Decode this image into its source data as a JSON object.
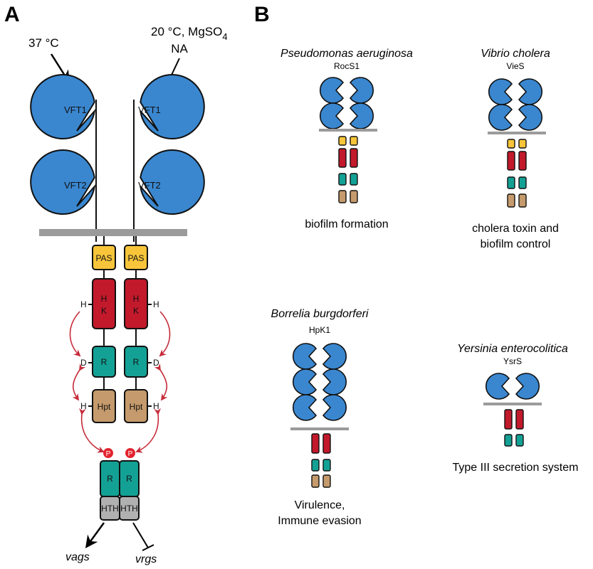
{
  "panels": {
    "a": "A",
    "b": "B"
  },
  "panel_a": {
    "stimulus_activating": "37 °C",
    "stimulus_inhibiting_line1": "20 °C, MgSO",
    "stimulus_inhibiting_sub": "4",
    "stimulus_inhibiting_line2": "NA",
    "domains": {
      "vft1": "VFT1",
      "vft2": "VFT2",
      "pas": "PAS",
      "hk_h": "H",
      "hk_k": "K",
      "rec": "R",
      "hpt": "Hpt",
      "rr_rec": "R",
      "hth": "HTH",
      "phospho": "P"
    },
    "residues": {
      "his": "H",
      "asp": "D"
    },
    "outputs": {
      "activated": "vags",
      "repressed": "vrgs"
    }
  },
  "panel_b": {
    "proteins": [
      {
        "species": "Pseudomonas aeruginosa",
        "protein": "RocS1",
        "function_lines": [
          "biofilm formation"
        ]
      },
      {
        "species": "Vibrio cholera",
        "protein": "VieS",
        "function_lines": [
          "cholera toxin and",
          "biofilm control"
        ]
      },
      {
        "species": "Borrelia burgdorferi",
        "protein": "HpK1",
        "function_lines": [
          "Virulence,",
          "Immune evasion"
        ]
      },
      {
        "species": "Yersinia enterocolitica",
        "protein": "YsrS",
        "function_lines": [
          "Type III secretion system"
        ]
      }
    ]
  },
  "colors": {
    "vft": "#3a87d0",
    "membrane": "#9b9b9b",
    "pas": "#f8c53a",
    "hk": "#c2192b",
    "receiver": "#14a195",
    "hpt": "#c59a6c",
    "hth": "#b0b0b0",
    "arrow_red": "#c62b3a",
    "phospho": "#e2232e",
    "outline": "#111111"
  }
}
